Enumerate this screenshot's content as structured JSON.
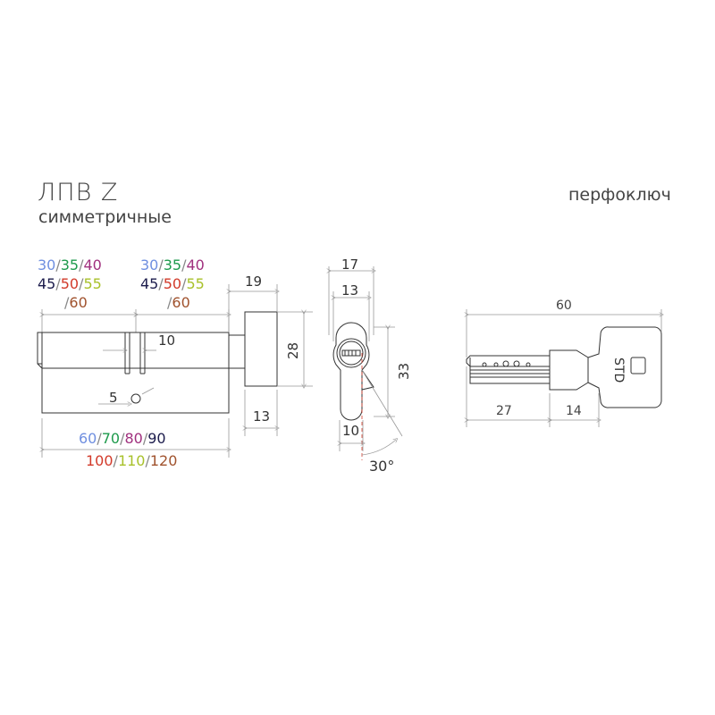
{
  "title": "ЛПВ Z",
  "subtitle": "симметричные",
  "key_type": "перфоключ",
  "colors": {
    "c30": "#6f8fe0",
    "c35": "#1e9a4c",
    "c40": "#a0307e",
    "c45": "#1c1c4c",
    "c50": "#d23a2a",
    "c55": "#a8c12a",
    "c60": "#a0522d",
    "c90": "#1c1c4c",
    "c100": "#d23a2a",
    "c110": "#a8c12a",
    "c120": "#a0522d",
    "line": "#333333",
    "dim": "#999999"
  },
  "left_sizes": {
    "row1": [
      "30",
      "35",
      "40"
    ],
    "row2": [
      "45",
      "50",
      "55"
    ],
    "row3": [
      "60"
    ]
  },
  "right_sizes": {
    "row1": [
      "30",
      "35",
      "40"
    ],
    "row2": [
      "45",
      "50",
      "55"
    ],
    "row3": [
      "60"
    ]
  },
  "total_sizes": {
    "row1": [
      "60",
      "70",
      "80",
      "90"
    ],
    "row2": [
      "100",
      "110",
      "120"
    ]
  },
  "dims": {
    "cam_width": "10",
    "pin": "5",
    "knob_len": "19",
    "knob_height": "28",
    "knob_depth": "13",
    "profile_width": "17",
    "profile_inner": "13",
    "profile_height": "33",
    "profile_bottom": "10",
    "angle": "30°",
    "key_total": "60",
    "key_blade": "27",
    "key_shoulder": "14"
  },
  "key_label": "STD"
}
